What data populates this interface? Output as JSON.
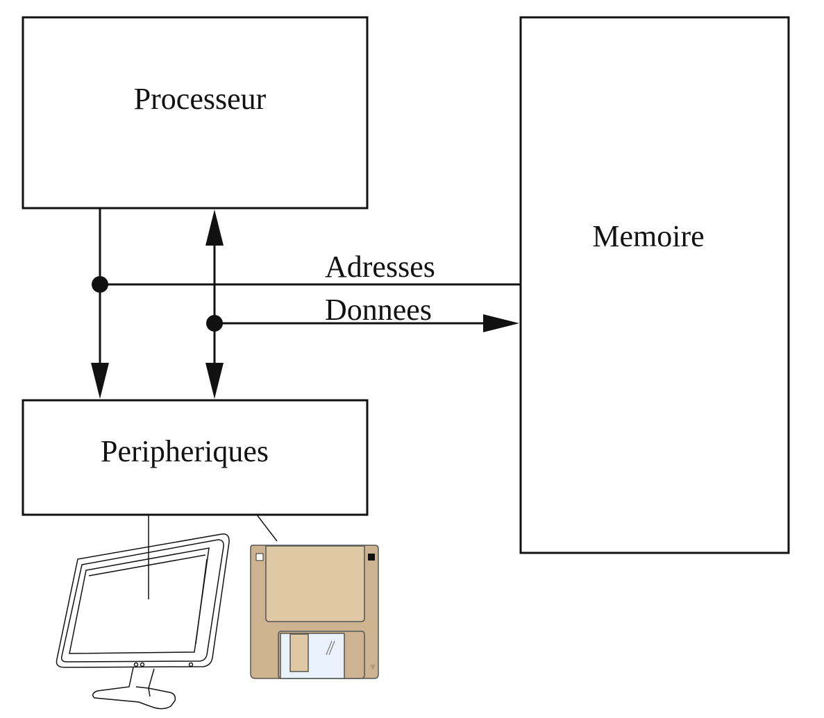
{
  "blocks": {
    "processor": "Processeur",
    "memory": "Memoire",
    "peripherals": "Peripheriques"
  },
  "buses": {
    "address": "Adresses",
    "data": "Donnees"
  },
  "devices": [
    "monitor-icon",
    "floppy-disk-icon"
  ],
  "colors": {
    "stroke": "#111111",
    "floppy_body": "#cdb38f",
    "floppy_shutter": "#dfc9a5",
    "floppy_label": "#e9f1fa"
  }
}
